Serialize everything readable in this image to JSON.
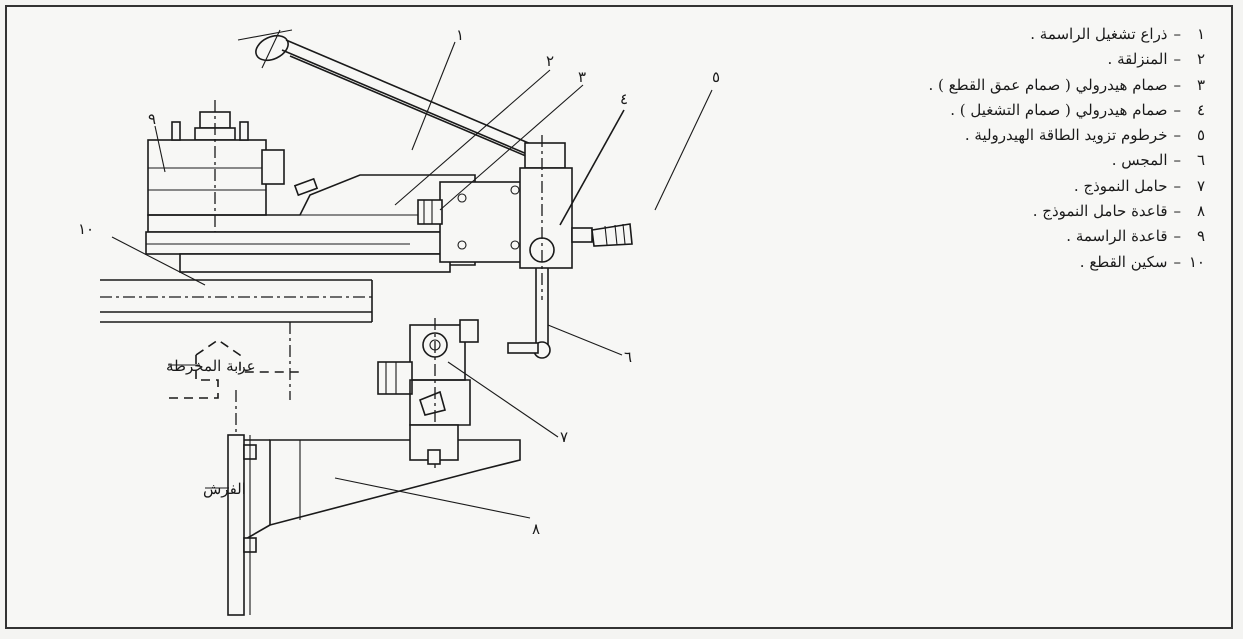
{
  "labels": {
    "carriage": "عربة المخرطة",
    "bed": "الفرش",
    "n1": "١",
    "n2": "٢",
    "n3": "٣",
    "n4": "٤",
    "n5": "٥",
    "n6": "٦",
    "n7": "٧",
    "n8": "٨",
    "n9": "٩",
    "n10": "١٠"
  },
  "legend": [
    {
      "num": "١",
      "text": "ذراع تشغيل الراسمة ."
    },
    {
      "num": "٢",
      "text": "المنزلقة ."
    },
    {
      "num": "٣",
      "text": "صمام هيدرولي ( صمام عمق القطع ) ."
    },
    {
      "num": "٤",
      "text": "صمام هيدرولي ( صمام التشغيل ) ."
    },
    {
      "num": "٥",
      "text": "خرطوم تزويد الطاقة الهيدرولية ."
    },
    {
      "num": "٦",
      "text": "المجس ."
    },
    {
      "num": "٧",
      "text": "حامل النموذج ."
    },
    {
      "num": "٨",
      "text": "قاعدة حامل النموذج ."
    },
    {
      "num": "٩",
      "text": "قاعدة الراسمة ."
    },
    {
      "num": "١٠",
      "text": "سكين القطع ."
    }
  ]
}
